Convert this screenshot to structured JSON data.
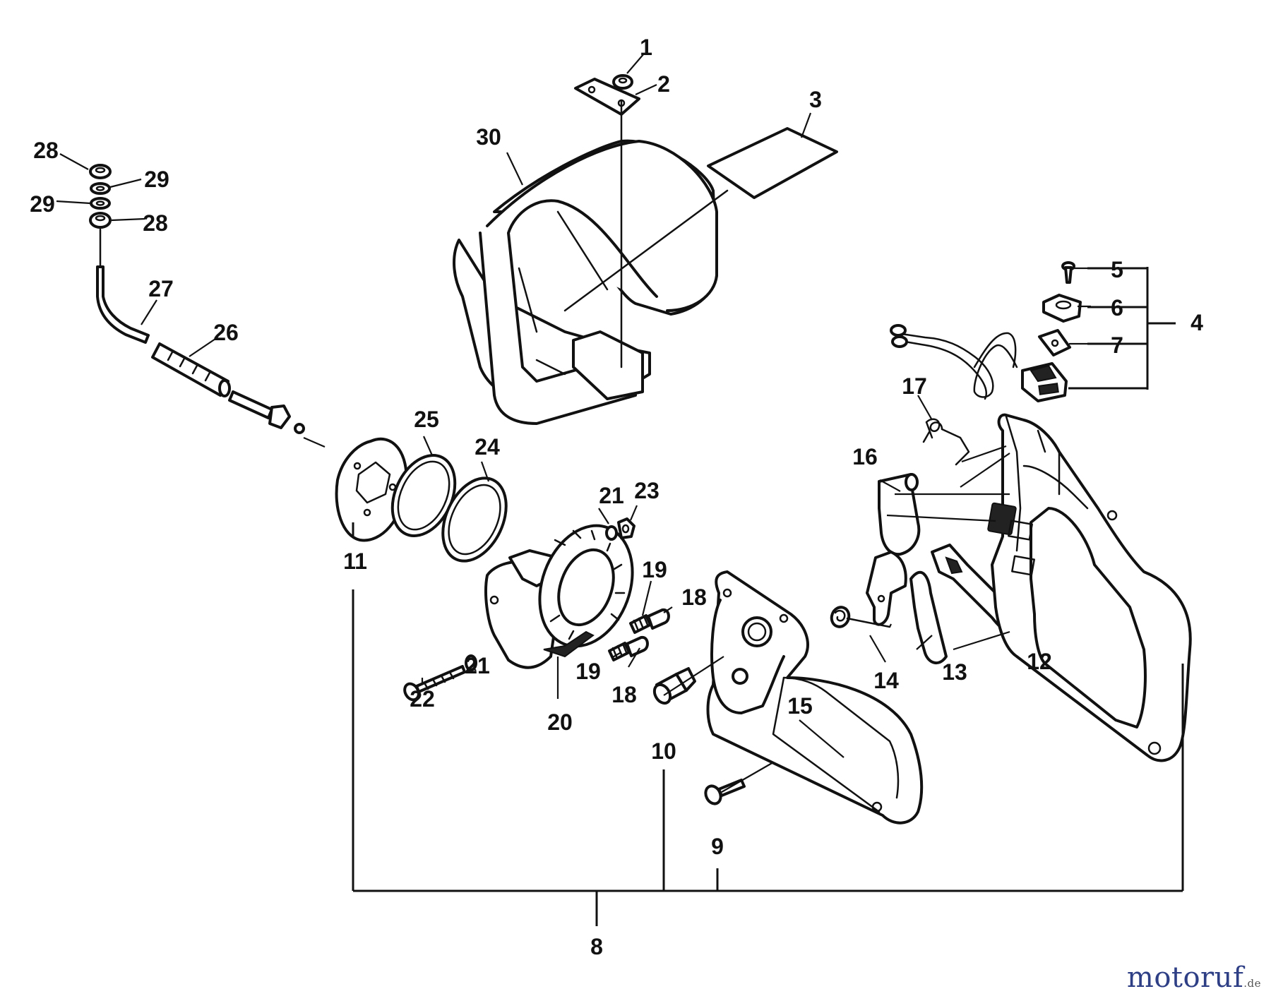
{
  "callouts": {
    "n1": "1",
    "n2": "2",
    "n3": "3",
    "n4": "4",
    "n5": "5",
    "n6": "6",
    "n7": "7",
    "n8": "8",
    "n9": "9",
    "n10": "10",
    "n11": "11",
    "n12": "12",
    "n13": "13",
    "n14": "14",
    "n15": "15",
    "n16": "16",
    "n17": "17",
    "n18": "18",
    "n19": "19",
    "n20": "20",
    "n21": "21",
    "n22": "22",
    "n23": "23",
    "n24": "24",
    "n25": "25",
    "n26": "26",
    "n27": "27",
    "n28": "28",
    "n29": "29",
    "n30": "30"
  },
  "watermark": {
    "brand": "motoruf",
    "suffix": ".de"
  }
}
